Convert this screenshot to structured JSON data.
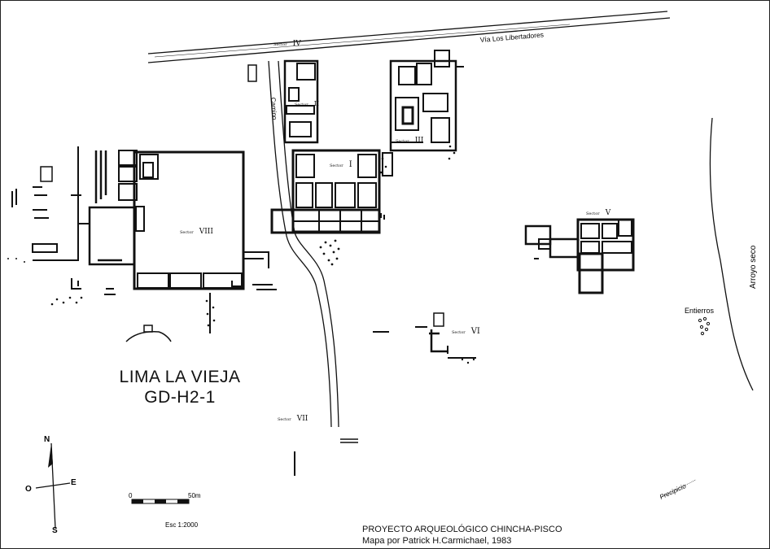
{
  "map": {
    "title_line1": "LIMA LA VIEJA",
    "title_line2": "GD-H2-1",
    "road_label": "Vía Los Libertadores",
    "camino_label": "Camino",
    "arroyo_label": "Arroyo seco",
    "precipicio_label": "Precipicio",
    "entierros_label": "Entierros",
    "sectors": {
      "I": {
        "prefix": "Sector",
        "numeral": "I"
      },
      "II": {
        "prefix": "Sector",
        "numeral": "II"
      },
      "III": {
        "prefix": "Sector",
        "numeral": "III"
      },
      "IV": {
        "prefix": "Sector",
        "numeral": "IV"
      },
      "V": {
        "prefix": "Sector",
        "numeral": "V"
      },
      "VI": {
        "prefix": "Sector",
        "numeral": "VI"
      },
      "VII": {
        "prefix": "Sector",
        "numeral": "VII"
      },
      "VIII": {
        "prefix": "Sector",
        "numeral": "VIII"
      }
    },
    "compass": {
      "north": "N",
      "south": "S",
      "east": "E",
      "west": "O"
    },
    "scale": {
      "start": "0",
      "end": "50m",
      "ratio": "Esc 1:2000"
    },
    "credits": {
      "project": "PROYECTO ARQUEOLÓGICO CHINCHA-PISCO",
      "author": "Mapa por Patrick H.Carmichael, 1983"
    }
  }
}
